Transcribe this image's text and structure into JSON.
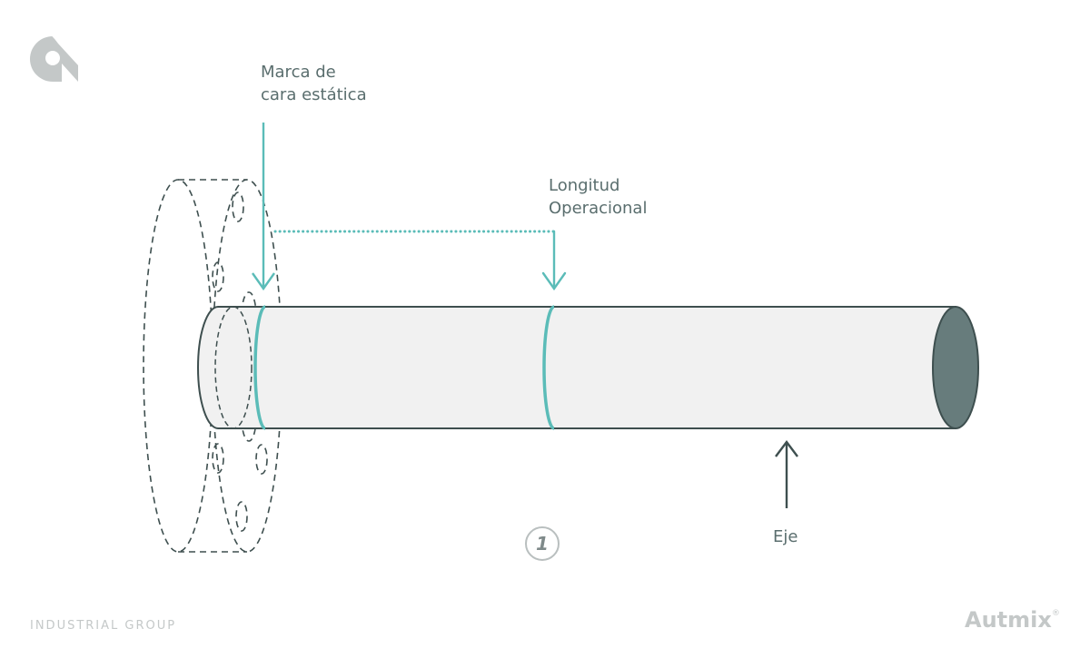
{
  "labels": {
    "static_face_mark": [
      "Marca de",
      "cara estática"
    ],
    "operational_length": [
      "Longitud",
      "Operacional"
    ],
    "shaft": "Eje"
  },
  "step_number": "1",
  "footer": {
    "tagline": "INDUSTRIAL GROUP",
    "brand": "Autmix",
    "brand_mark": "®"
  },
  "colors": {
    "accent": "#5bbcb8",
    "outline": "#3e4f4f",
    "shaft_fill": "#f1f1f1",
    "shaft_end": "#677c7c",
    "text": "#5a6e6e",
    "logo": "#c4c8c8"
  },
  "icons": [
    "logo-icon",
    "down-arrow-icon",
    "up-arrow-icon"
  ]
}
